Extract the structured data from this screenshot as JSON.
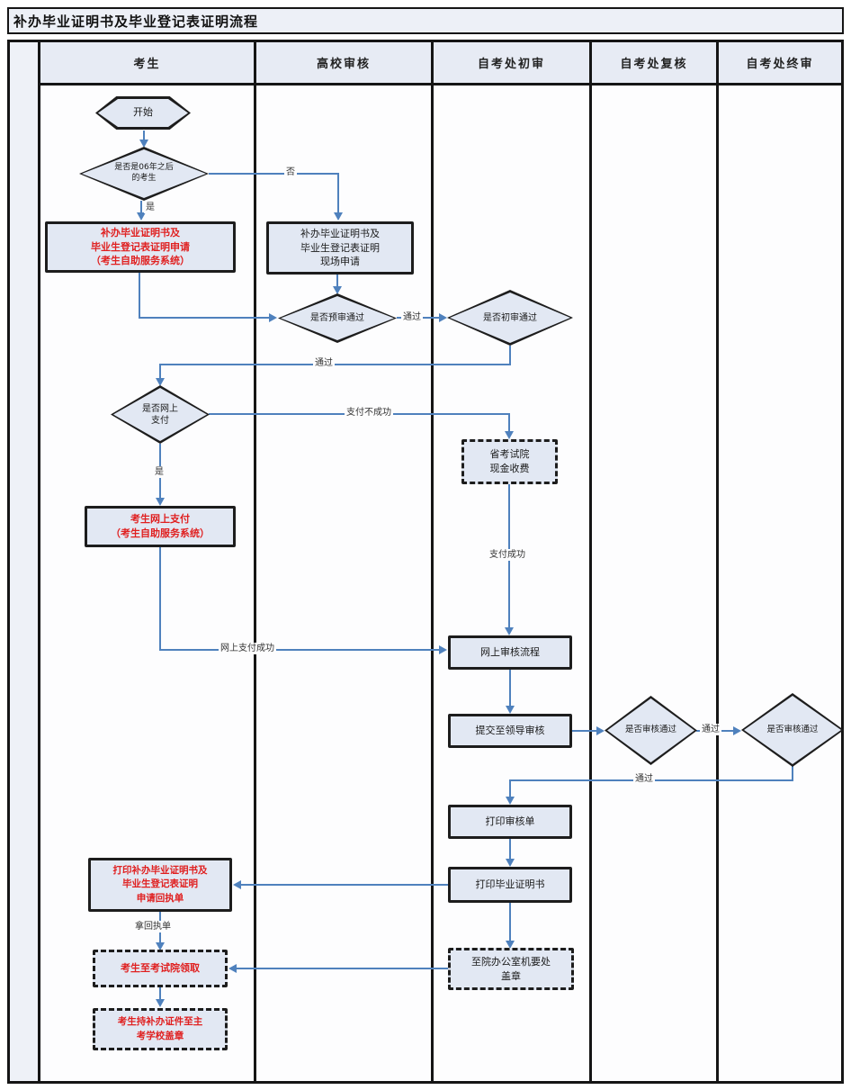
{
  "title": "补办毕业证明书及毕业登记表证明流程",
  "lanes": [
    "考生",
    "高校审核",
    "自考处初审",
    "自考处复核",
    "自考处终审"
  ],
  "nodes": {
    "start": "开始",
    "is_after_2006": "是否是06年之后\n的考生",
    "apply_online": "补办毕业证明书及\n毕业生登记表证明申请\n（考生自助服务系统）",
    "apply_onsite": "补办毕业证明书及\n毕业生登记表证明\n现场申请",
    "pre_review": "是否预审通过",
    "initial_review": "是否初审通过",
    "is_online_payment": "是否网上\n支付",
    "cash_payment": "省考试院\n现金收费",
    "online_payment": "考生网上支付\n（考生自助服务系统）",
    "online_review_process": "网上审核流程",
    "submit_leader_review": "提交至领导审核",
    "recheck_review": "是否审核通过",
    "final_review": "是否审核通过",
    "print_review_form": "打印审核单",
    "print_certificate": "打印毕业证明书",
    "print_receipt": "打印补办毕业证明书及\n毕业生登记表证明\n申请回执单",
    "collect_at_institute": "考生至考试院领取",
    "stamp_at_school": "考生持补办证件至主\n考学校盖章",
    "stamp_at_office": "至院办公室机要处\n盖章"
  },
  "edges": {
    "yes": "是",
    "no": "否",
    "pass": "通过",
    "pay_fail": "支付不成功",
    "pay_success": "支付成功",
    "online_pay_success": "网上支付成功",
    "take_receipt": "拿回执单"
  },
  "colors": {
    "arrow_blue": "#4f81bd",
    "node_fill": "#e2e8f3",
    "border_dark": "#1d1d1d",
    "red_text": "#e02020",
    "header_fill": "#e7ebf4"
  }
}
